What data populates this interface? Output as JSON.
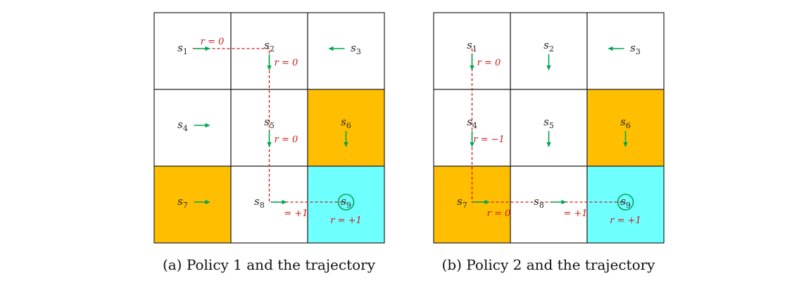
{
  "colors": {
    "forbidden": "#FFBF00",
    "target": "#6EFFFF",
    "arrow": "#00A651",
    "trajectory": "#CC1A1A",
    "grid": "#222222"
  },
  "panels": [
    {
      "caption": "(a) Policy 1 and the trajectory",
      "cells": [
        {
          "state": "s",
          "sub": "1",
          "color": "none",
          "action": "right",
          "circled": false
        },
        {
          "state": "s",
          "sub": "2",
          "color": "none",
          "action": "down",
          "circled": false
        },
        {
          "state": "s",
          "sub": "3",
          "color": "none",
          "action": "left",
          "circled": false
        },
        {
          "state": "s",
          "sub": "4",
          "color": "none",
          "action": "right",
          "circled": false
        },
        {
          "state": "s",
          "sub": "5",
          "color": "none",
          "action": "down",
          "circled": false
        },
        {
          "state": "s",
          "sub": "6",
          "color": "forbidden",
          "action": "down",
          "circled": false
        },
        {
          "state": "s",
          "sub": "7",
          "color": "forbidden",
          "action": "right",
          "circled": false
        },
        {
          "state": "s",
          "sub": "8",
          "color": "none",
          "action": "right",
          "circled": false
        },
        {
          "state": "s",
          "sub": "9",
          "color": "target",
          "action": "stay",
          "circled": true
        }
      ],
      "trajectory": [
        0,
        1,
        4,
        7,
        8
      ],
      "rewards": [
        "r = 0",
        "r = 0",
        "r = 0",
        "= +1",
        "r = +1"
      ]
    },
    {
      "caption": "(b) Policy 2 and the trajectory",
      "cells": [
        {
          "state": "s",
          "sub": "1",
          "color": "none",
          "action": "down",
          "circled": false
        },
        {
          "state": "s",
          "sub": "2",
          "color": "none",
          "action": "down",
          "circled": false
        },
        {
          "state": "s",
          "sub": "3",
          "color": "none",
          "action": "left",
          "circled": false
        },
        {
          "state": "s",
          "sub": "4",
          "color": "none",
          "action": "down",
          "circled": false
        },
        {
          "state": "s",
          "sub": "5",
          "color": "none",
          "action": "down",
          "circled": false
        },
        {
          "state": "s",
          "sub": "6",
          "color": "forbidden",
          "action": "down",
          "circled": false
        },
        {
          "state": "s",
          "sub": "7",
          "color": "forbidden",
          "action": "right",
          "circled": false
        },
        {
          "state": "s",
          "sub": "8",
          "color": "none",
          "action": "right",
          "circled": false
        },
        {
          "state": "s",
          "sub": "9",
          "color": "target",
          "action": "stay",
          "circled": true
        }
      ],
      "trajectory": [
        0,
        3,
        6,
        7,
        8
      ],
      "rewards": [
        "r = 0",
        "r = −1",
        "r = 0",
        "= +1",
        "r = +1"
      ]
    }
  ]
}
